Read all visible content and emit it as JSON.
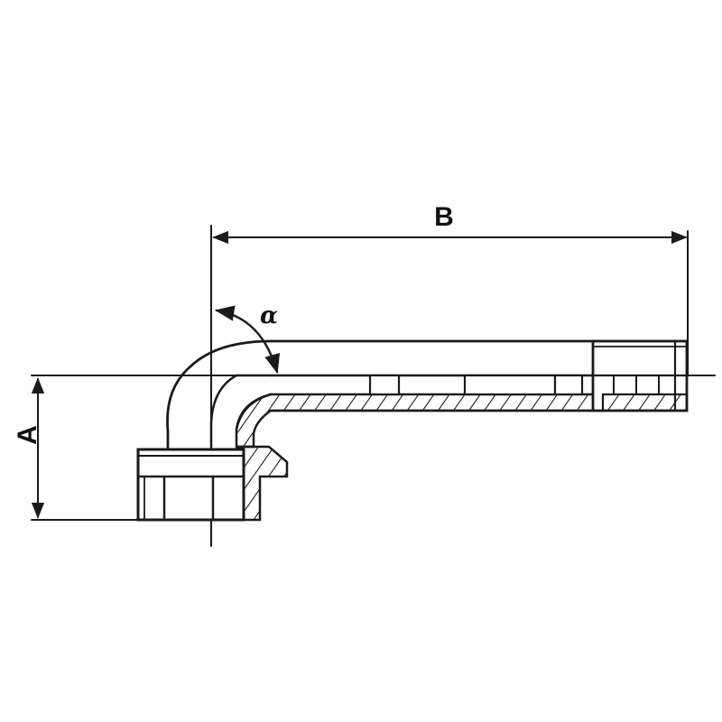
{
  "labels": {
    "dim_b": "B",
    "dim_a": "A",
    "angle": "α"
  }
}
